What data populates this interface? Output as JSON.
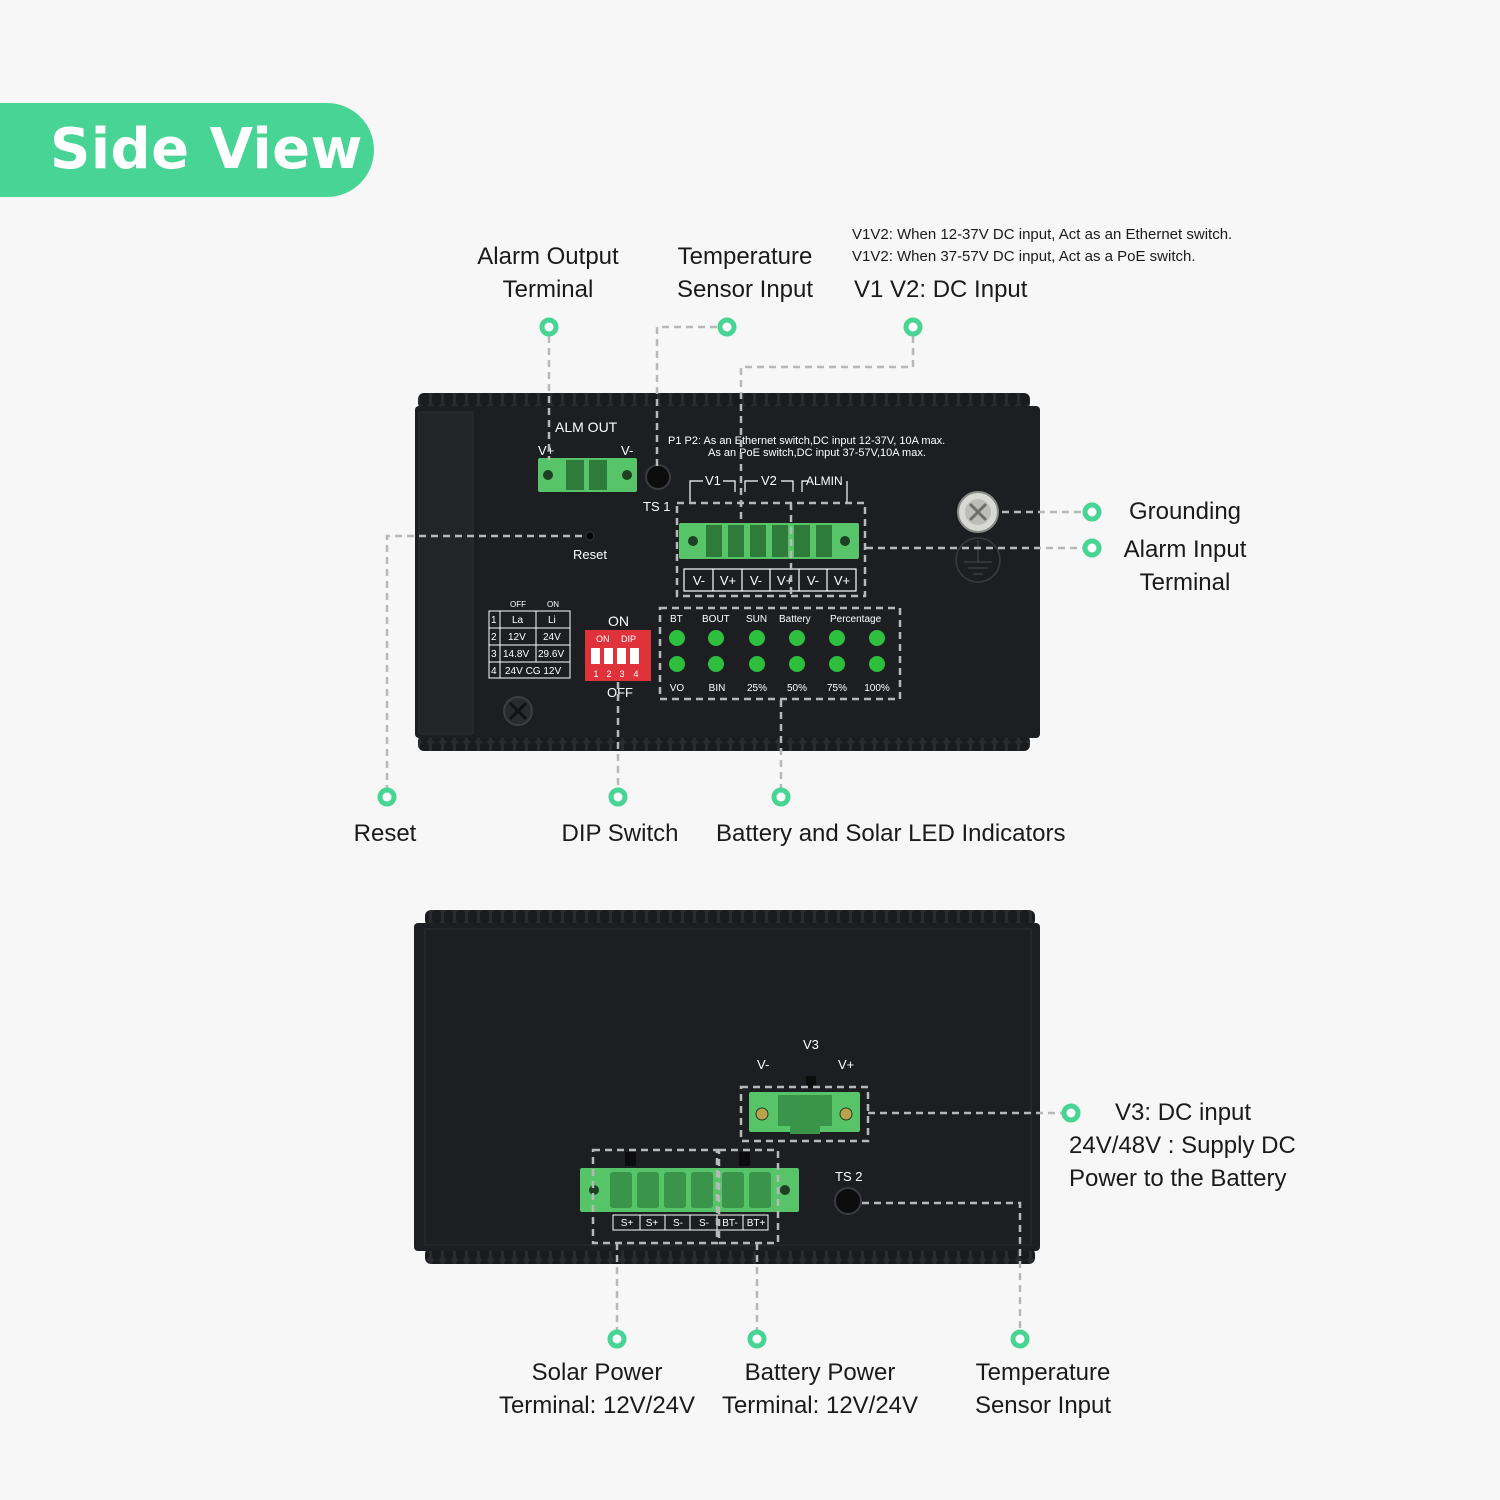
{
  "title": "Side View",
  "colors": {
    "accent": "#48d495",
    "device": "#1d1e21",
    "terminal": "#58c46a",
    "dip": "#e0323a",
    "led": "#2fbf3f"
  },
  "callouts": {
    "alarm_output": [
      "Alarm Output",
      "Terminal"
    ],
    "temp_sensor_top": [
      "Temperature",
      "Sensor Input"
    ],
    "dc_input_note": [
      "V1V2:  When 12-37V DC input, Act as an Ethernet switch.",
      "V1V2:  When 37-57V DC input, Act as a PoE switch."
    ],
    "dc_input": "V1 V2: DC Input",
    "grounding": "Grounding",
    "alarm_input": [
      "Alarm Input",
      "Terminal"
    ],
    "reset": "Reset",
    "dip_switch": "DIP Switch",
    "led_indicators": "Battery and Solar LED Indicators",
    "v3_input": [
      "V3: DC input",
      "24V/48V : Supply DC",
      "Power to the Battery"
    ],
    "solar_power": [
      "Solar Power",
      "Terminal: 12V/24V"
    ],
    "battery_power": [
      "Battery Power",
      "Terminal: 12V/24V"
    ],
    "temp_sensor_bottom": [
      "Temperature",
      "Sensor Input"
    ]
  },
  "top_panel": {
    "alm_out": "ALM OUT",
    "alm_vplus": "V+",
    "alm_vminus": "V-",
    "p1p2_note": [
      "P1 P2:  As an Ethernet switch,DC input 12-37V,  10A max.",
      "As an PoE switch,DC input 37-57V,10A max."
    ],
    "ts1": "TS 1",
    "reset": "Reset",
    "group_v1": "V1",
    "group_v2": "V2",
    "group_almin": "ALMIN",
    "pins": [
      "V-",
      "V+",
      "V-",
      "V+",
      "V-",
      "V+"
    ],
    "dip_table": {
      "header": [
        "OFF",
        "ON"
      ],
      "rows": [
        [
          "1",
          "La",
          "Li"
        ],
        [
          "2",
          "12V",
          "24V"
        ],
        [
          "3",
          "14.8V",
          "29.6V"
        ],
        [
          "4",
          "24V CG 12V"
        ]
      ]
    },
    "dip_on": "ON",
    "dip_label_on": "ON",
    "dip_label_dip": "DIP",
    "dip_numbers": [
      "1",
      "2",
      "3",
      "4"
    ],
    "dip_off": "OFF",
    "led_top_labels": [
      "BT",
      "BOUT",
      "SUN",
      "Battery",
      "Percentage"
    ],
    "led_bottom_labels": [
      "VO",
      "BIN",
      "25%",
      "50%",
      "75%",
      "100%"
    ]
  },
  "bottom_panel": {
    "v3": "V3",
    "v3_minus": "V-",
    "v3_plus": "V+",
    "ts2": "TS 2",
    "solar_pins": [
      "S+",
      "S+",
      "S-",
      "S-"
    ],
    "battery_pins": [
      "BT-",
      "BT+"
    ]
  }
}
